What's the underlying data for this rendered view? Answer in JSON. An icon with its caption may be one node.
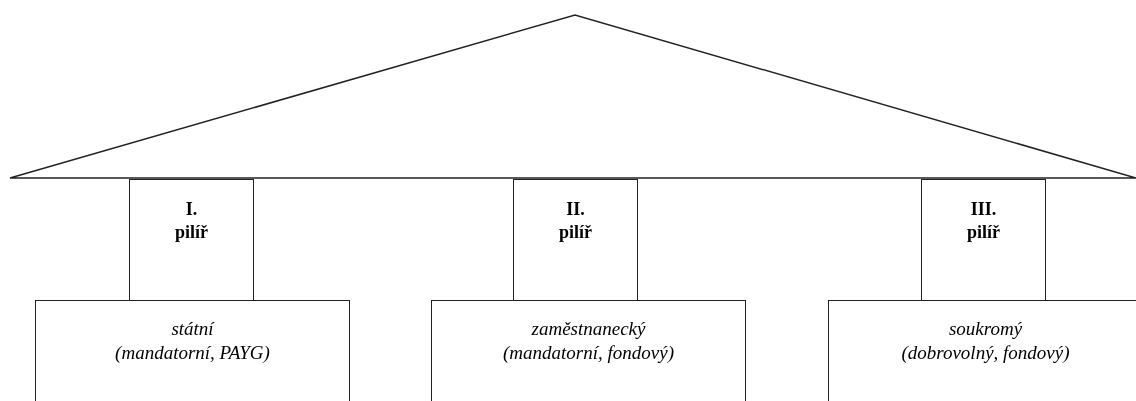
{
  "diagram": {
    "nodes": [
      {
        "text": [
          "I. pilíř"
        ]
      },
      {
        "text": [
          "II. pilíř"
        ]
      },
      {
        "text": [
          "III. pilíř"
        ]
      },
      {
        "text": [
          "státní",
          "(mandatorní, PAYG)"
        ]
      },
      {
        "text": [
          "zaměstnanecký",
          "(mandatorní, fondový)"
        ]
      },
      {
        "text": [
          "soukromý",
          "(dobrovolný, fondový)"
        ]
      }
    ],
    "edges": []
  }
}
